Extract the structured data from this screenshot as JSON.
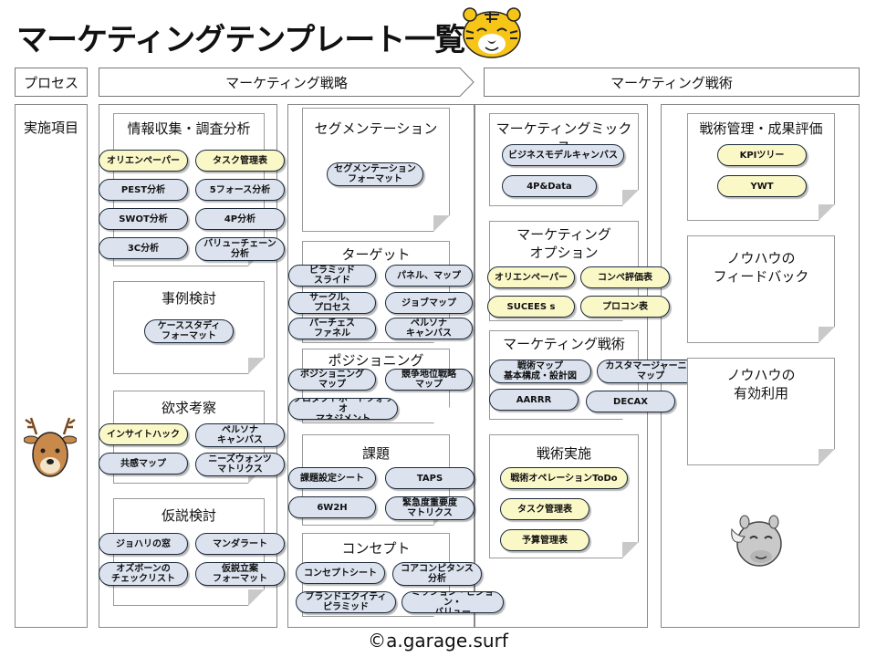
{
  "title": "マーケティングテンプレート一覧",
  "footer": "©a.garage.surf",
  "header": {
    "process_label": "プロセス",
    "strategy_label": "マーケティング戦略",
    "tactics_label": "マーケティング戦術",
    "items_label": "実施項目"
  },
  "colors": {
    "pill_blue": "#dce3ef",
    "pill_yellow": "#fbf8c8",
    "pill_border": "#1b2a3a"
  },
  "icons": {
    "tiger": "tiger-icon",
    "deer": "deer-icon",
    "rhino": "rhino-icon"
  },
  "sections": {
    "info": {
      "title": "情報収集・調査分析",
      "pills": [
        "オリエンペーパー",
        "タスク管理表",
        "PEST分析",
        "5フォース分析",
        "SWOT分析",
        "4P分析",
        "3C分析",
        "バリューチェーン\n分析"
      ]
    },
    "case": {
      "title": "事例検討",
      "pills": [
        "ケーススタディ\nフォーマット"
      ]
    },
    "desire": {
      "title": "欲求考察",
      "pills": [
        "インサイトハック",
        "ペルソナ\nキャンバス",
        "共感マップ",
        "ニーズウォンツ\nマトリクス"
      ]
    },
    "hypo": {
      "title": "仮説検討",
      "pills": [
        "ジョハリの窓",
        "マンダラート",
        "オズボーンの\nチェックリスト",
        "仮説立案\nフォーマット"
      ]
    },
    "seg": {
      "title": "セグメンテーション",
      "pills": [
        "セグメンテーション\nフォーマット"
      ]
    },
    "target": {
      "title": "ターゲット",
      "pills": [
        "ピラミッド\nスライド",
        "パネル、マップ",
        "サークル、\nプロセス",
        "ジョブマップ",
        "パーチェス\nファネル",
        "ペルソナ\nキャンバス"
      ]
    },
    "pos": {
      "title": "ポジショニング",
      "pills": [
        "ポジショニング\nマップ",
        "競争地位戦略\nマップ",
        "プロダクトポートフォリオ\nマネジメント"
      ]
    },
    "issue": {
      "title": "課題",
      "pills": [
        "課題設定シート",
        "TAPS",
        "6W2H",
        "緊急度重要度\nマトリクス"
      ]
    },
    "concept": {
      "title": "コンセプト",
      "pills": [
        "コンセプトシート",
        "コアコンピタンス\n分析",
        "ブランドエクイティ\nピラミッド",
        "ミッション・ビジョン・\nバリュー"
      ]
    },
    "mix": {
      "title": "マーケティングミックス",
      "pills": [
        "ビジネスモデルキャンバス",
        "4P&Data"
      ]
    },
    "option": {
      "title": "マーケティング\nオプション",
      "pills": [
        "オリエンペーパー",
        "コンペ評価表",
        "SUCEES s",
        "プロコン表"
      ]
    },
    "tactic": {
      "title": "マーケティング戦術",
      "pills": [
        "戦術マップ\n基本構成・設計図",
        "カスタマージャーニー\nマップ",
        "AARRR",
        "DECAX"
      ]
    },
    "exec": {
      "title": "戦術実施",
      "pills": [
        "戦術オペレーションToDo",
        "タスク管理表",
        "予算管理表"
      ]
    },
    "mgmt": {
      "title": "戦術管理・成果評価",
      "pills": [
        "KPIツリー",
        "YWT"
      ]
    },
    "feedback": {
      "title": "ノウハウの\nフィードバック"
    },
    "reuse": {
      "title": "ノウハウの\n有効利用"
    }
  }
}
